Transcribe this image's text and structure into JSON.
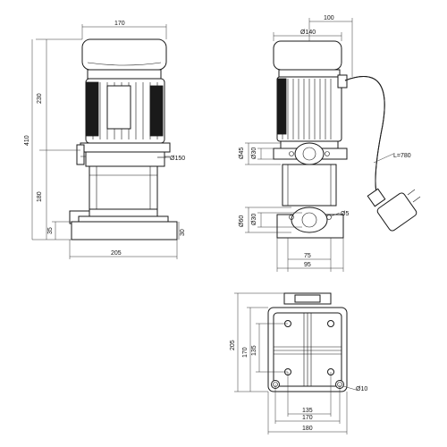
{
  "side_view": {
    "width_top": "170",
    "height_motor": "230",
    "height_total": "410",
    "height_lower": "180",
    "base_offset": "35",
    "base_height": "30",
    "base_width": "205",
    "flange_dia": "Ø150"
  },
  "front_view": {
    "offset_top": "100",
    "motor_dia": "Ø140",
    "inlet_outer_dia": "Ø45",
    "inlet_inner_dia": "Ø30",
    "outlet_outer_dia": "Ø60",
    "outlet_inner_dia": "Ø30",
    "hole_dia": "Ø5",
    "cable_length": "L=780",
    "width_inner": "75",
    "width_outer": "95"
  },
  "base_view": {
    "depth": "205",
    "hole_span_y": "170",
    "hole_span_y_inner": "135",
    "hole_dia": "Ø10",
    "hole_span_x_inner": "135",
    "hole_span_x": "170",
    "width": "180"
  }
}
